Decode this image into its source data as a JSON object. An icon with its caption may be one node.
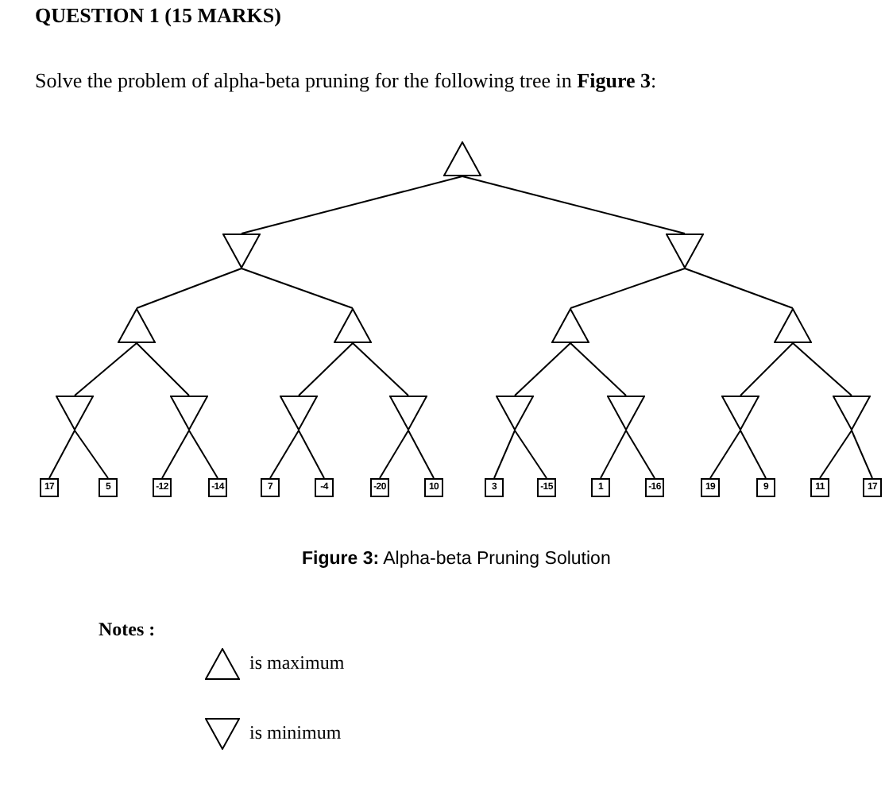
{
  "diagram": {
    "title": "QUESTION 1 (15 MARKS)",
    "caption": "**Figure 3:** Alpha-beta Pruning Solution",
    "nodes": [
      {
        "text": [],
        "shape": "triangle"
      },
      {
        "text": [],
        "shape": "triangle"
      },
      {
        "text": [],
        "shape": "triangle"
      },
      {
        "text": [],
        "shape": "triangle"
      },
      {
        "text": [],
        "shape": "triangle"
      },
      {
        "text": [],
        "shape": "triangle"
      },
      {
        "text": [],
        "shape": "triangle"
      },
      {
        "text": [],
        "shape": "triangle"
      },
      {
        "text": [],
        "shape": "triangle"
      },
      {
        "text": [],
        "shape": "triangle"
      },
      {
        "text": [],
        "shape": "triangle"
      },
      {
        "text": [],
        "shape": "triangle"
      },
      {
        "text": [],
        "shape": "triangle"
      },
      {
        "text": [],
        "shape": "triangle"
      },
      {
        "text": [],
        "shape": "triangle"
      },
      {
        "text": [
          "17"
        ]
      },
      {
        "text": [
          "5"
        ]
      },
      {
        "text": [
          "-12"
        ]
      },
      {
        "text": [
          "-14"
        ]
      },
      {
        "text": [
          "7"
        ]
      },
      {
        "text": [
          "-4"
        ]
      },
      {
        "text": [
          "-20"
        ]
      },
      {
        "text": [
          "10"
        ]
      },
      {
        "text": [
          "3"
        ]
      },
      {
        "text": [
          "-15"
        ]
      },
      {
        "text": [
          "1"
        ]
      },
      {
        "text": [
          "-16"
        ]
      },
      {
        "text": [
          "19"
        ]
      },
      {
        "text": [
          "9"
        ]
      },
      {
        "text": [
          "11"
        ]
      },
      {
        "text": [
          "17"
        ]
      }
    ],
    "edges": [
      {
        "from": 0,
        "to": 1,
        "arrow": "none"
      },
      {
        "from": 0,
        "to": 2,
        "arrow": "none"
      },
      {
        "from": 1,
        "to": 3,
        "arrow": "none"
      },
      {
        "from": 1,
        "to": 4,
        "arrow": "none"
      },
      {
        "from": 2,
        "to": 5,
        "arrow": "none"
      },
      {
        "from": 2,
        "to": 6,
        "arrow": "none"
      },
      {
        "from": 3,
        "to": 7,
        "arrow": "none"
      },
      {
        "from": 3,
        "to": 8,
        "arrow": "none"
      },
      {
        "from": 4,
        "to": 9,
        "arrow": "none"
      },
      {
        "from": 4,
        "to": 10,
        "arrow": "none"
      },
      {
        "from": 5,
        "to": 11,
        "arrow": "none"
      },
      {
        "from": 5,
        "to": 12,
        "arrow": "none"
      },
      {
        "from": 6,
        "to": 13,
        "arrow": "none"
      },
      {
        "from": 6,
        "to": 14,
        "arrow": "none"
      },
      {
        "from": 7,
        "to": 15,
        "arrow": "none"
      },
      {
        "from": 7,
        "to": 16,
        "arrow": "none"
      },
      {
        "from": 8,
        "to": 17,
        "arrow": "none"
      },
      {
        "from": 8,
        "to": 18,
        "arrow": "none"
      },
      {
        "from": 9,
        "to": 19,
        "arrow": "none"
      },
      {
        "from": 9,
        "to": 20,
        "arrow": "none"
      },
      {
        "from": 10,
        "to": 21,
        "arrow": "none"
      },
      {
        "from": 10,
        "to": 22,
        "arrow": "none"
      },
      {
        "from": 11,
        "to": 23,
        "arrow": "none"
      },
      {
        "from": 11,
        "to": 24,
        "arrow": "none"
      },
      {
        "from": 12,
        "to": 25,
        "arrow": "none"
      },
      {
        "from": 12,
        "to": 26,
        "arrow": "none"
      },
      {
        "from": 13,
        "to": 27,
        "arrow": "none"
      },
      {
        "from": 13,
        "to": 28,
        "arrow": "none"
      },
      {
        "from": 14,
        "to": 29,
        "arrow": "none"
      },
      {
        "from": 14,
        "to": 30,
        "arrow": "none"
      }
    ],
    "labels": [
      "Solve the problem of alpha-beta pruning for the following tree in **Figure 3**:",
      "Notes :"
    ],
    "legend": [
      {
        "text": "is maximum"
      },
      {
        "text": "is minimum"
      }
    ]
  }
}
